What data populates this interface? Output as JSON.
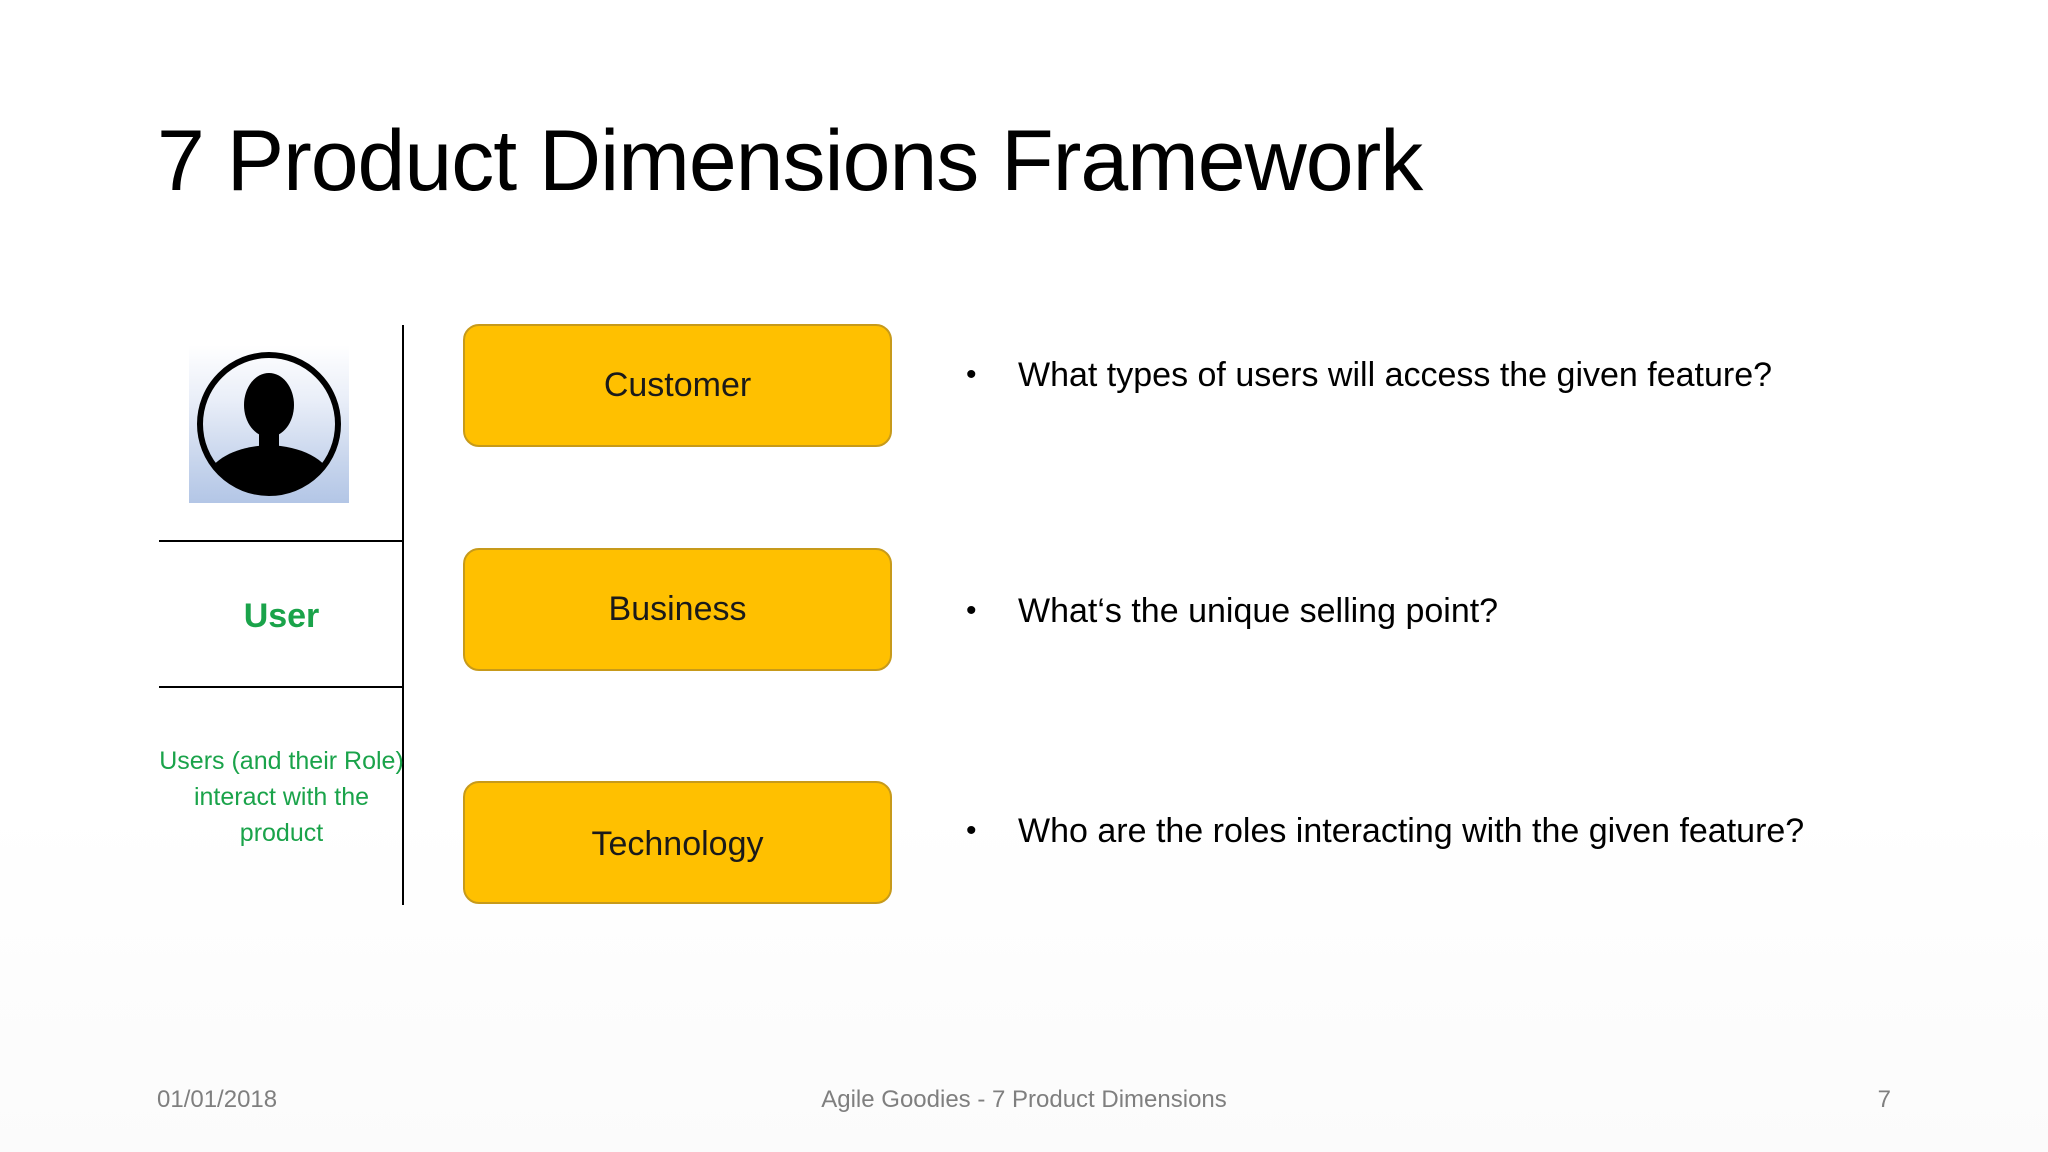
{
  "slide": {
    "title": "7 Product Dimensions Framework"
  },
  "left_panel": {
    "icon": "user-avatar-icon",
    "dimension_label": "User",
    "dimension_desc": "Users (and their Role) interact with the product"
  },
  "boxes": [
    {
      "label": "Customer"
    },
    {
      "label": "Business"
    },
    {
      "label": "Technology"
    }
  ],
  "bullets": [
    {
      "text": "What types of users will access the given feature?"
    },
    {
      "text": "What‘s the unique selling point?"
    },
    {
      "text": "Who are the roles interacting with the given feature?"
    }
  ],
  "footer": {
    "date": "01/01/2018",
    "center": "Agile Goodies - 7 Product Dimensions",
    "page_number": "7"
  },
  "colors": {
    "box_fill": "#ffc000",
    "box_border": "#c79a1a",
    "accent_green": "#1aa34a"
  }
}
